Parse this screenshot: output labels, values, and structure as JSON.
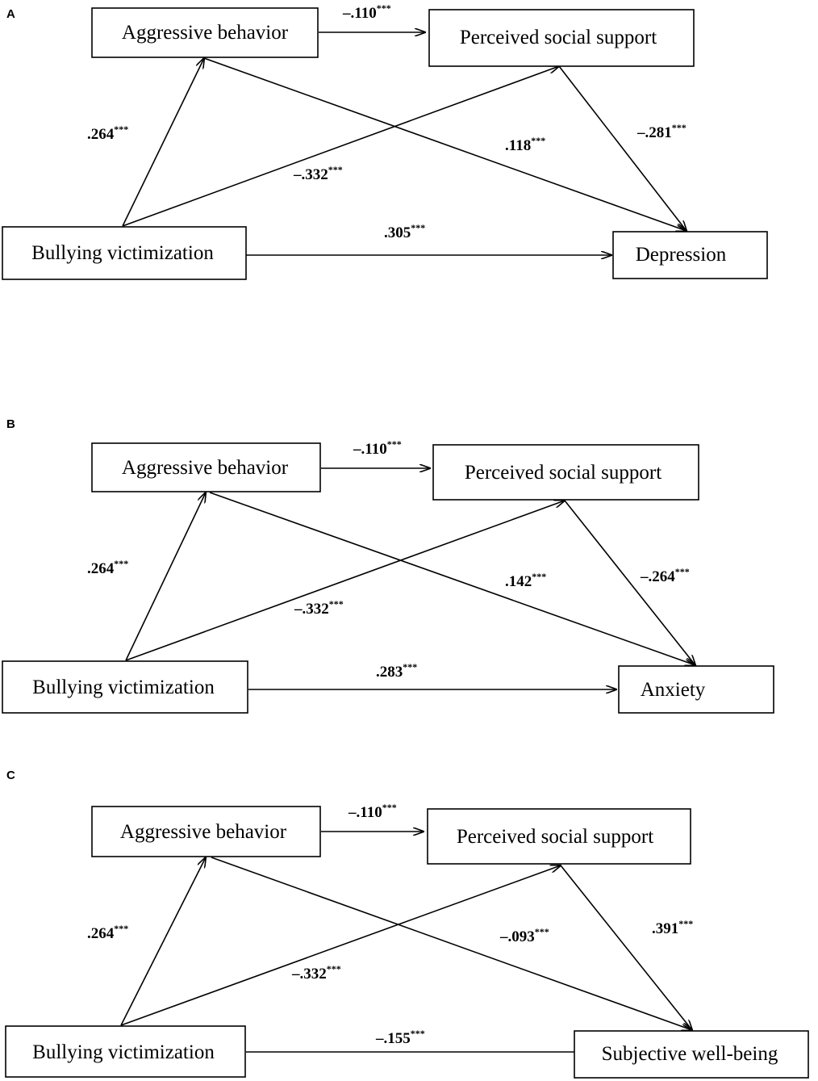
{
  "panels": [
    {
      "letter": "A",
      "nodes": {
        "aggressive": "Aggressive behavior",
        "support": "Perceived social support",
        "victimization": "Bullying victimization",
        "outcome": "Depression"
      },
      "coefficients": {
        "aggr_to_support": "–.110",
        "victim_to_aggr": ".264",
        "victim_to_support": "–.332",
        "aggr_to_outcome": ".118",
        "support_to_outcome": "–.281",
        "victim_to_outcome": ".305"
      }
    },
    {
      "letter": "B",
      "nodes": {
        "aggressive": "Aggressive behavior",
        "support": "Perceived social support",
        "victimization": "Bullying victimization",
        "outcome": "Anxiety"
      },
      "coefficients": {
        "aggr_to_support": "–.110",
        "victim_to_aggr": ".264",
        "victim_to_support": "–.332",
        "aggr_to_outcome": ".142",
        "support_to_outcome": "–.264",
        "victim_to_outcome": ".283"
      }
    },
    {
      "letter": "C",
      "nodes": {
        "aggressive": "Aggressive behavior",
        "support": "Perceived social support",
        "victimization": "Bullying victimization",
        "outcome": "Subjective well-being"
      },
      "coefficients": {
        "aggr_to_support": "–.110",
        "victim_to_aggr": ".264",
        "victim_to_support": "–.332",
        "aggr_to_outcome": "–.093",
        "support_to_outcome": ".391",
        "victim_to_outcome": "–.155"
      }
    }
  ],
  "significance_marker": "***"
}
